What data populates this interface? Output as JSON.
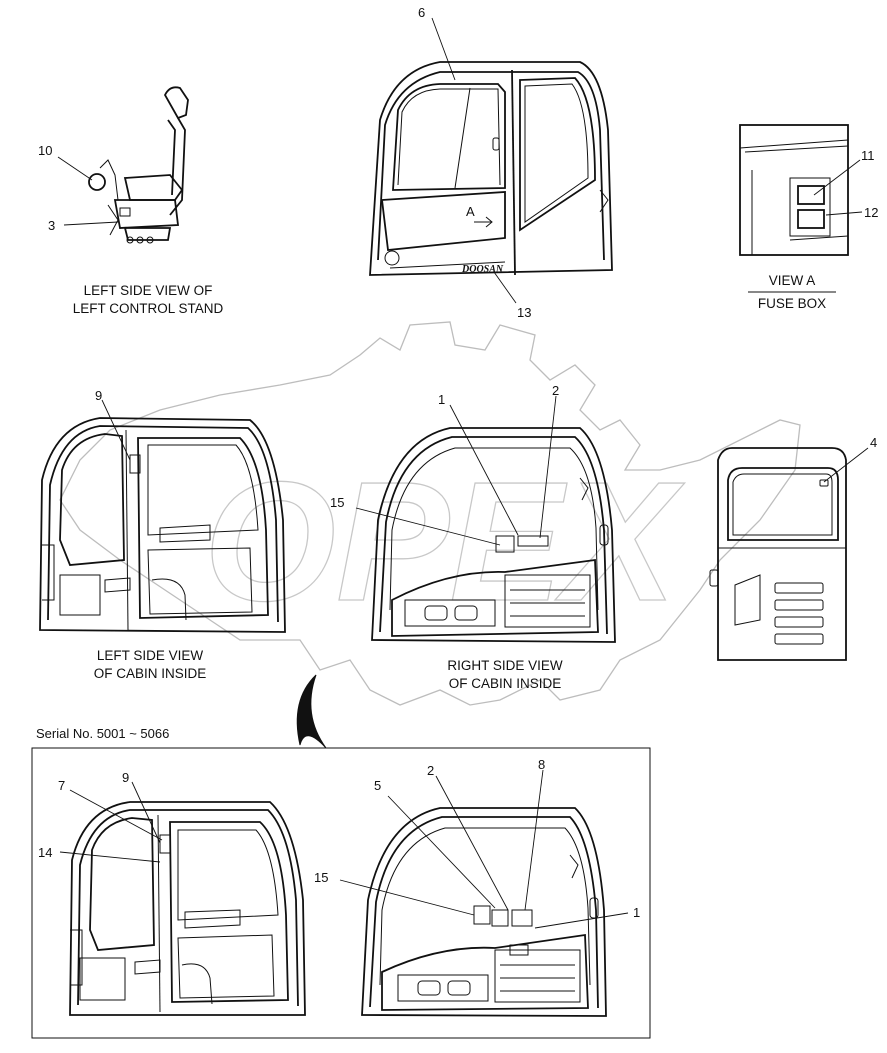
{
  "part_numbers": {
    "n1_top": "1",
    "n2_top": "2",
    "n3": "3",
    "n4": "4",
    "n6": "6",
    "n9_top": "9",
    "n10": "10",
    "n11": "11",
    "n12": "12",
    "n13": "13",
    "n15_top": "15",
    "n7": "7",
    "n9_bottom": "9",
    "n14": "14",
    "n5": "5",
    "n2_bottom": "2",
    "n8": "8",
    "n15_bottom": "15",
    "n1_bottom": "1"
  },
  "captions": {
    "left_control_stand_line1": "LEFT SIDE VIEW OF",
    "left_control_stand_line2": "LEFT CONTROL STAND",
    "view_a": "VIEW  A",
    "fuse_box": "FUSE BOX",
    "left_cabin_line1": "LEFT SIDE VIEW",
    "left_cabin_line2": "OF CABIN INSIDE",
    "right_cabin_line1": "RIGHT SIDE VIEW",
    "right_cabin_line2": "OF CABIN INSIDE"
  },
  "door_marks": {
    "view_arrow_label": "A",
    "brand": "DOOSAN"
  },
  "serial_note": "Serial No. 5001 ~ 5066",
  "watermark": "OPEX"
}
